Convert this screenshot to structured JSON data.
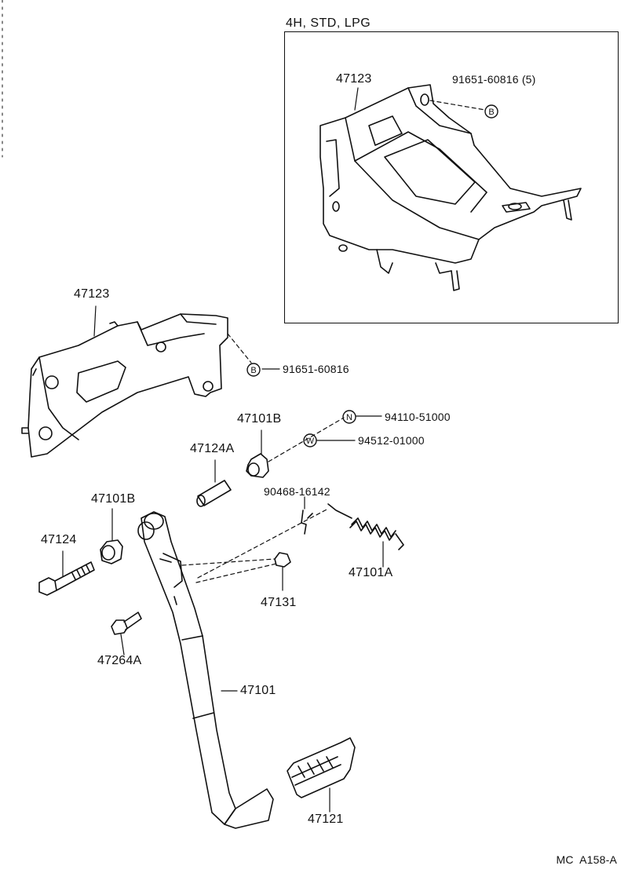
{
  "inset": {
    "title": "4H, STD, LPG"
  },
  "symbols": {
    "b": "B",
    "n": "N",
    "w": "W"
  },
  "labels": {
    "inset_bracket": "47123",
    "inset_bolt": "91651-60816 (5)",
    "bracket": "47123",
    "bolt": "91651-60816",
    "bushing_top": "47101B",
    "collar": "47124A",
    "nut": "94110-51000",
    "washer": "94512-01000",
    "clip": "90468-16142",
    "bushing_left": "47101B",
    "pivot_bolt": "47124",
    "spring": "47101A",
    "stopper": "47131",
    "pin": "47264A",
    "pedal_arm": "47101",
    "pedal_pad": "47121"
  },
  "diagram_code": "MC  A158-A"
}
